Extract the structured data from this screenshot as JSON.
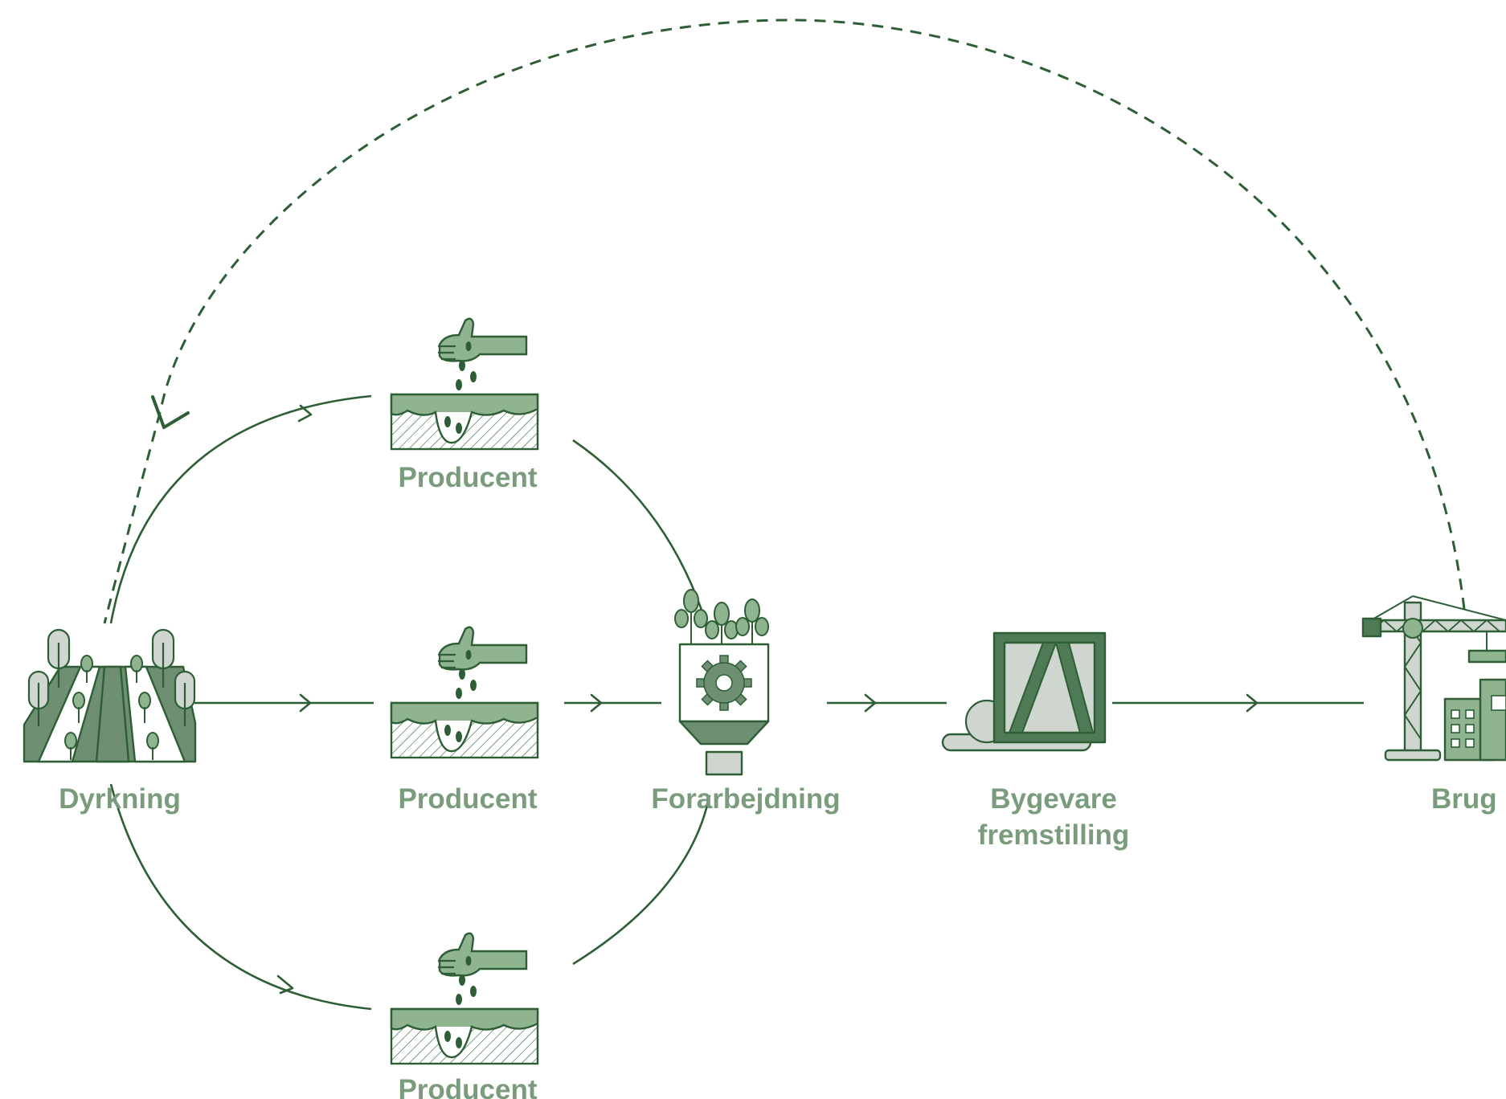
{
  "nodes": {
    "dyrkning": {
      "label": "Dyrkning",
      "icon": "field-icon"
    },
    "producent_top": {
      "label": "Producent",
      "icon": "seed-sowing-icon"
    },
    "producent_mid": {
      "label": "Producent",
      "icon": "seed-sowing-icon"
    },
    "producent_bottom": {
      "label": "Producent",
      "icon": "seed-sowing-icon"
    },
    "forarbejdning": {
      "label": "Forarbejdning",
      "icon": "processing-silo-icon"
    },
    "bygevare": {
      "label_line1": "Bygevare",
      "label_line2": "fremstilling",
      "icon": "building-panel-icon"
    },
    "brug": {
      "label": "Brug",
      "icon": "construction-crane-icon"
    }
  },
  "colors": {
    "line": "#2e5e36",
    "label": "#7a9c7c",
    "fill_light": "#8fb48f",
    "fill_mid": "#6e8f72",
    "fill_pale": "#cfd6cf",
    "fill_dark": "#4e7a55"
  }
}
